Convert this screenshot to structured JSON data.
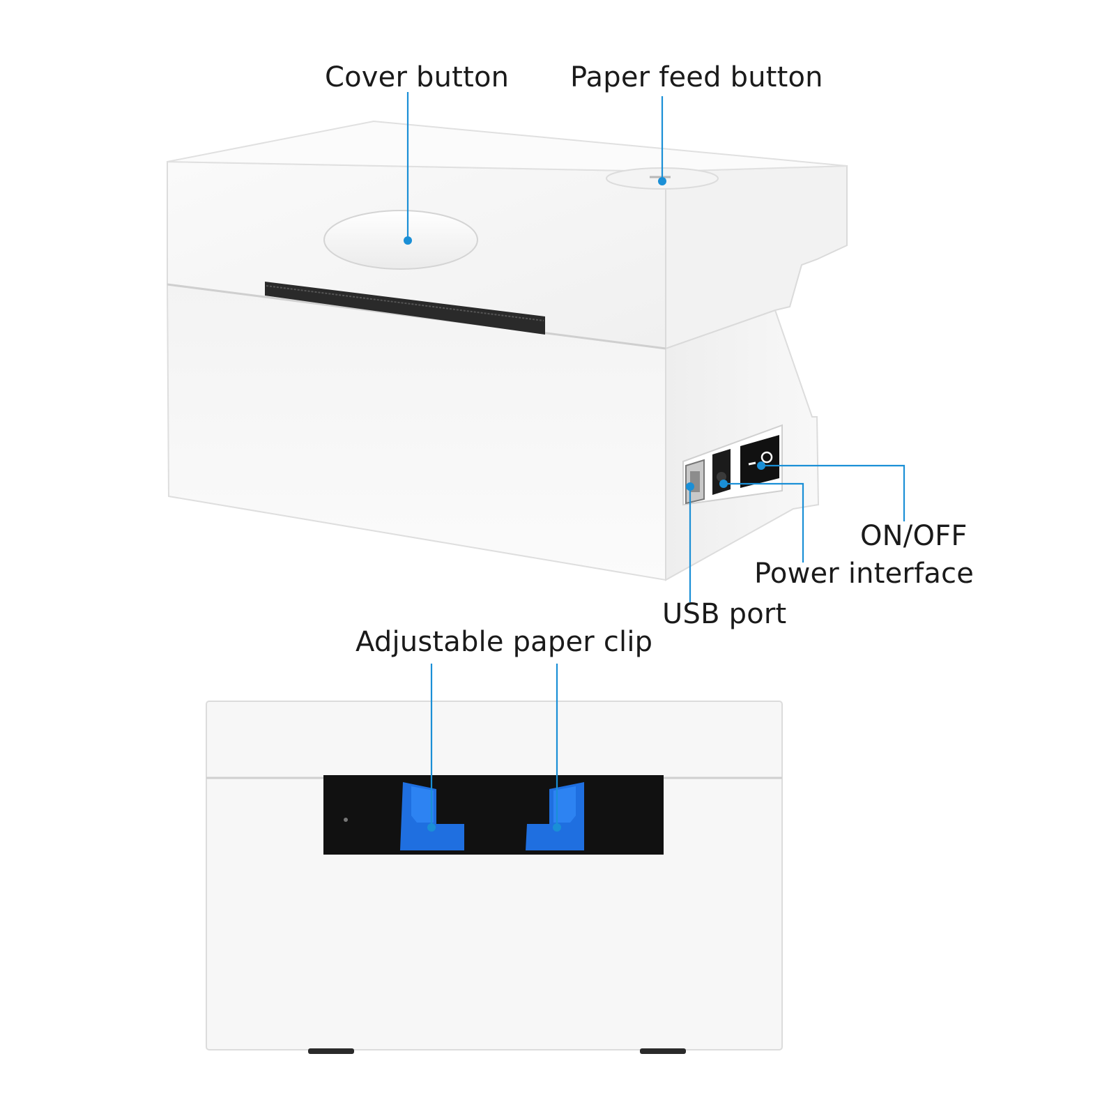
{
  "labels": {
    "cover_button": "Cover button",
    "paper_feed_button": "Paper feed button",
    "on_off": "ON/OFF",
    "power_interface": "Power interface",
    "usb_port": "USB port",
    "adjustable_paper_clip": "Adjustable paper clip"
  },
  "colors": {
    "callout": "#1a8fd6",
    "clip": "#1f6fe0",
    "body": "#f6f6f6",
    "slot": "#111111"
  }
}
